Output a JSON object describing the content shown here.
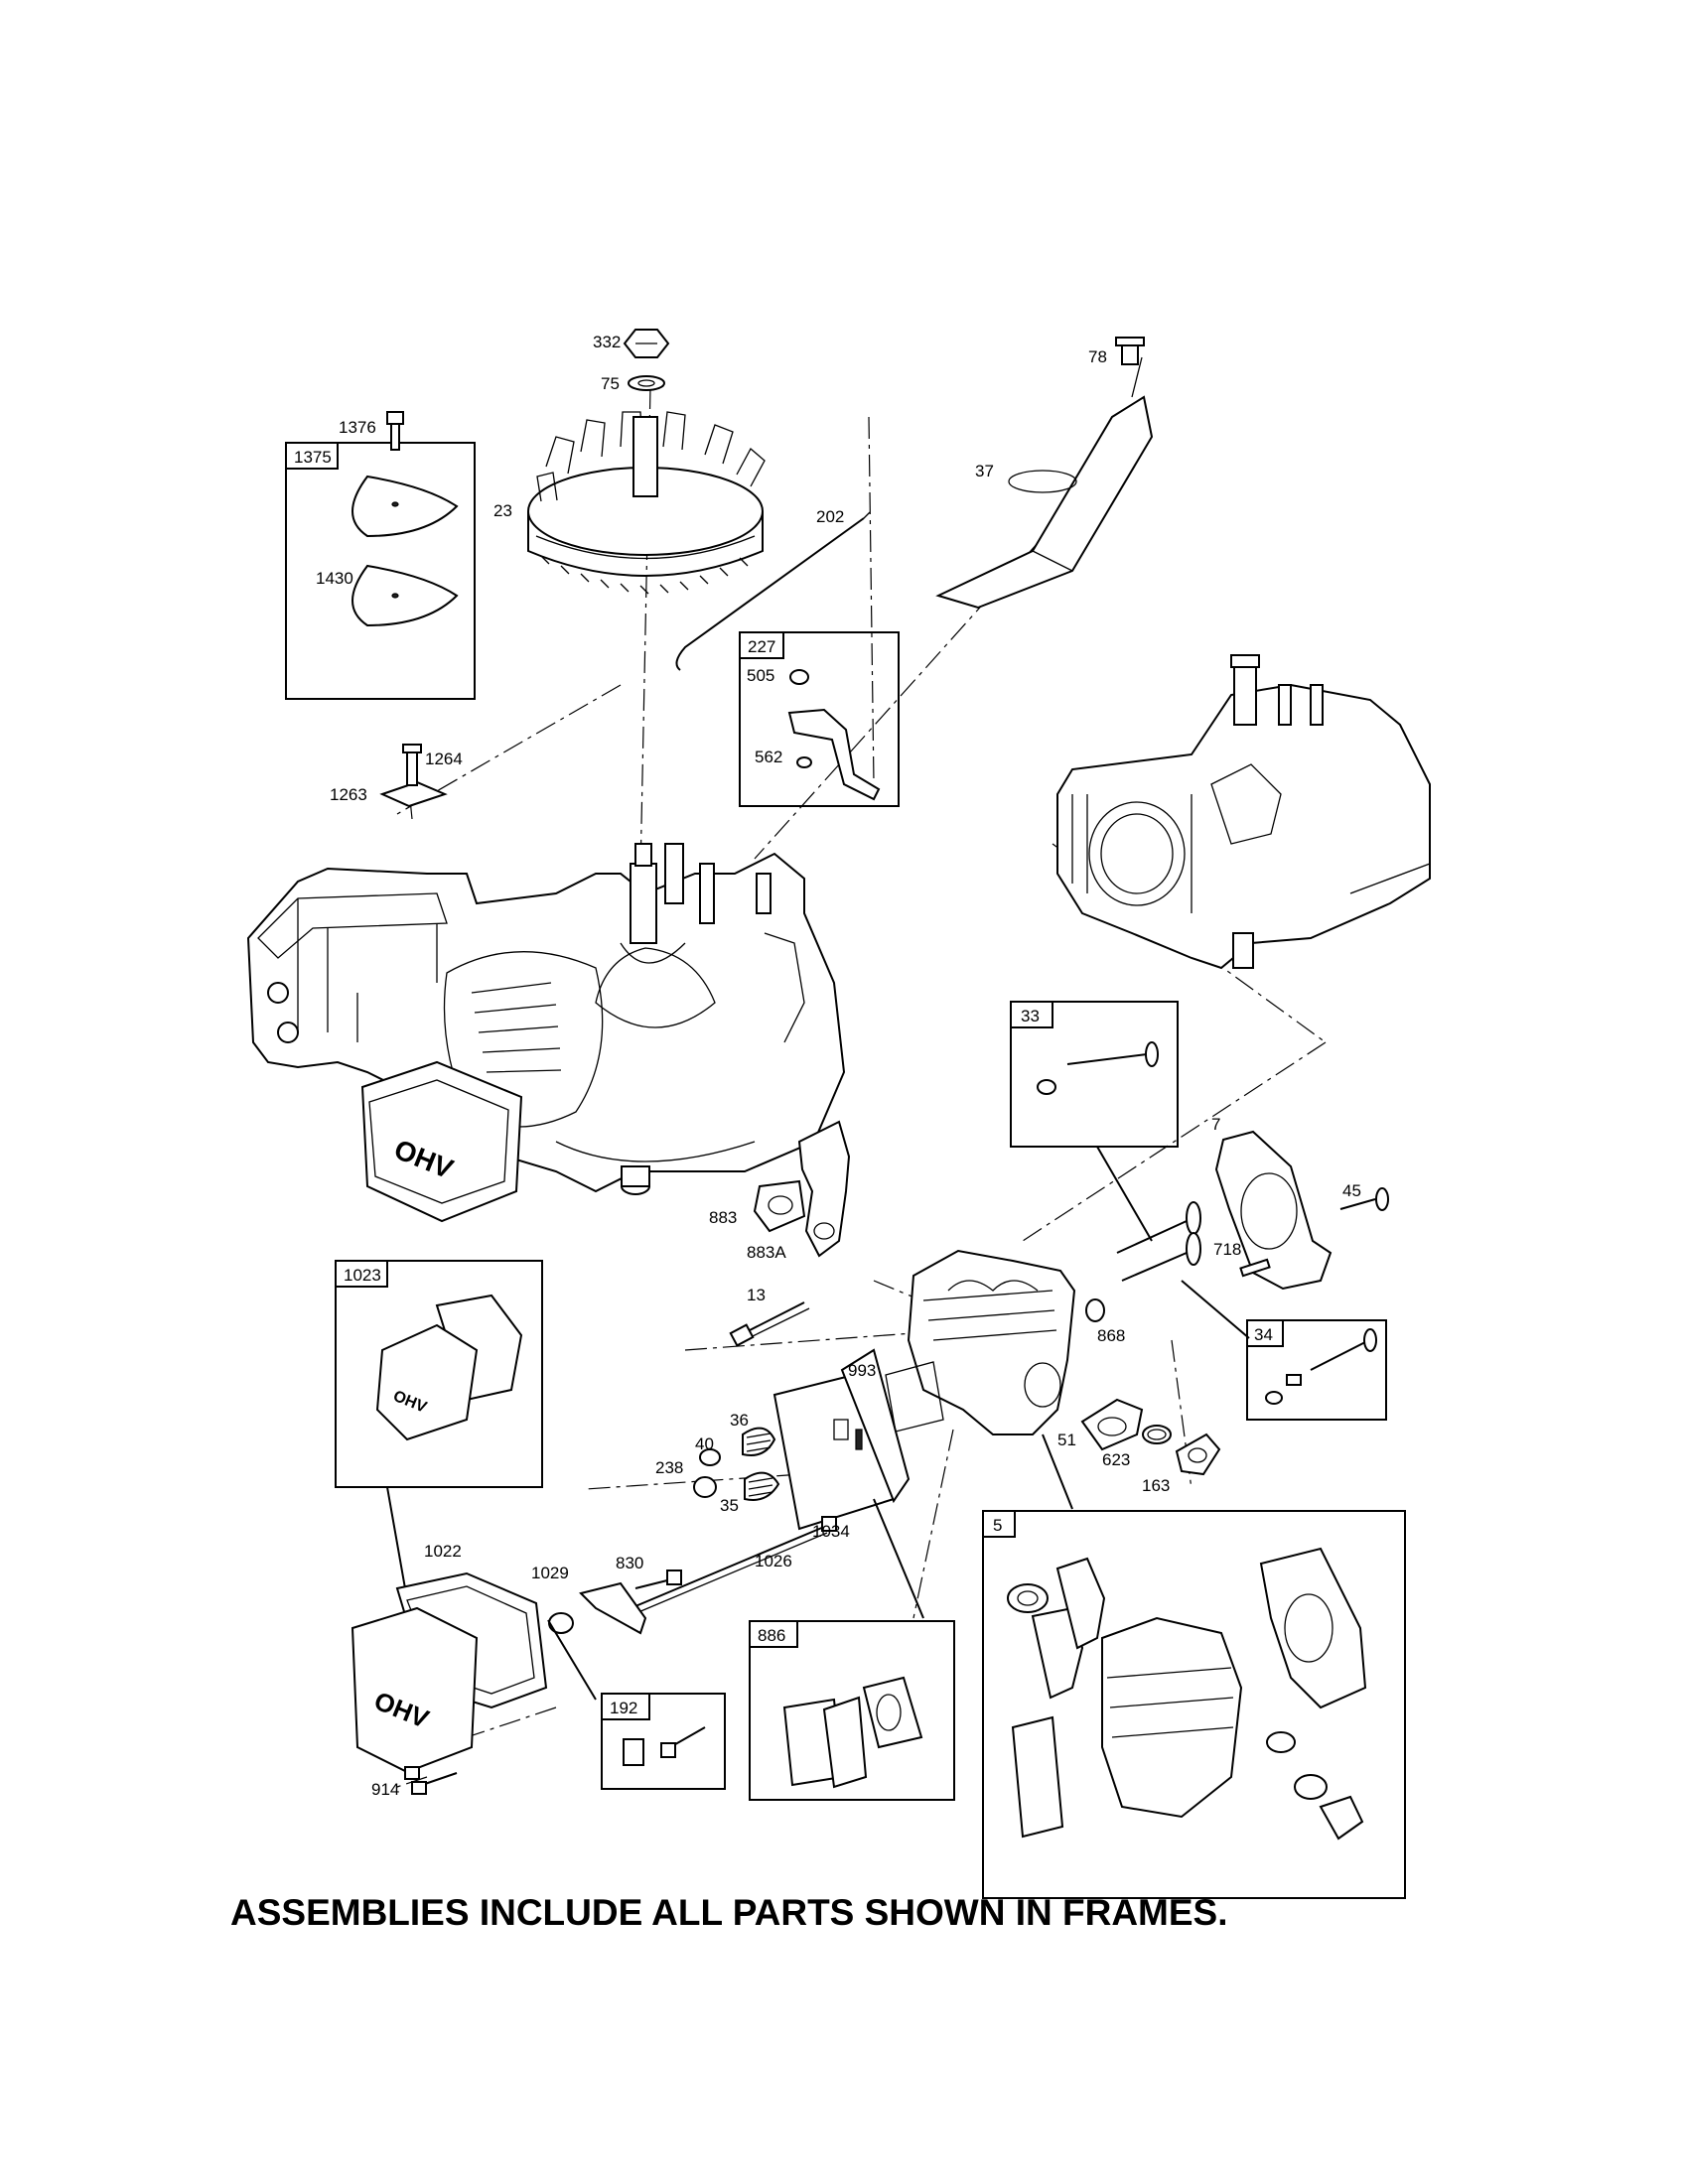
{
  "footer_note": "ASSEMBLIES INCLUDE ALL PARTS SHOWN IN FRAMES.",
  "frames": {
    "f1375": "1375",
    "f227": "227",
    "f33": "33",
    "f34": "34",
    "f1023": "1023",
    "f886": "886",
    "f192": "192",
    "f5": "5"
  },
  "callouts": {
    "p332": "332",
    "p75": "75",
    "p23": "23",
    "p202": "202",
    "p78": "78",
    "p37": "37",
    "p1376": "1376",
    "p1430": "1430",
    "p1264": "1264",
    "p1263": "1263",
    "p505": "505",
    "p562": "562",
    "p7": "7",
    "p45": "45",
    "p718": "718",
    "p883": "883",
    "p883A": "883A",
    "p13": "13",
    "p868": "868",
    "p993": "993",
    "p36": "36",
    "p40": "40",
    "p238": "238",
    "p35": "35",
    "p51": "51",
    "p623": "623",
    "p163": "163",
    "p1034": "1034",
    "p1022": "1022",
    "p1029": "1029",
    "p830": "830",
    "p1026": "1026",
    "p914": "914"
  }
}
